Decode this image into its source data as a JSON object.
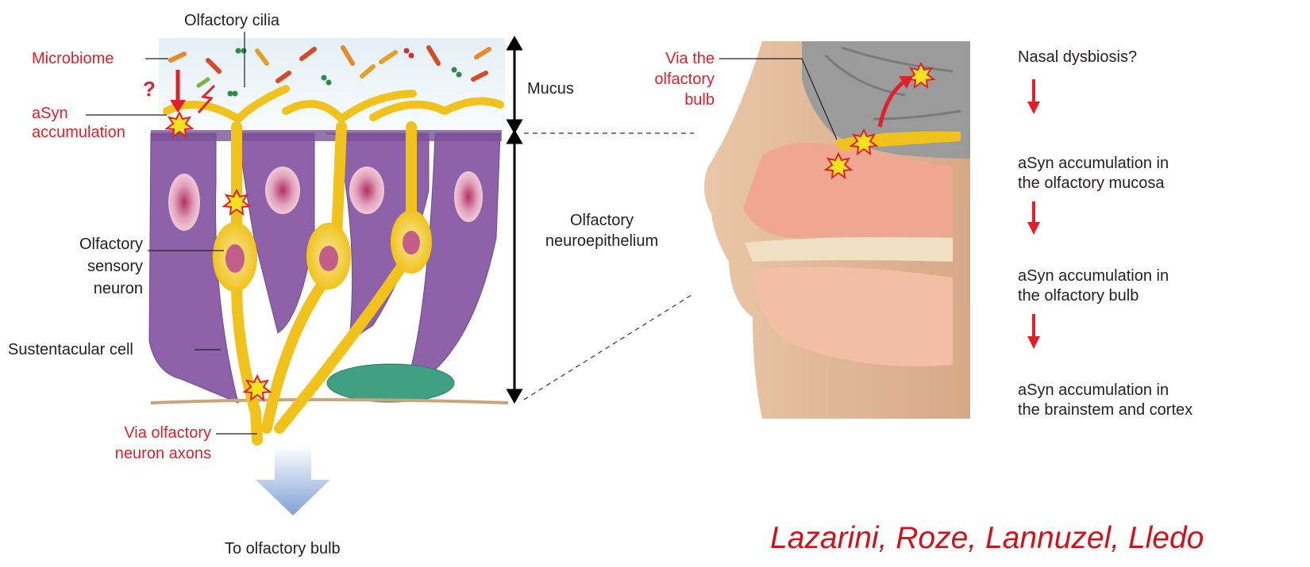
{
  "labels": {
    "olfactory_cilia": "Olfactory cilia",
    "microbiome": "Microbiome",
    "question_mark": "?",
    "asyn_accumulation_1": "aSyn",
    "asyn_accumulation_2": "accumulation",
    "mucus": "Mucus",
    "olfactory_neuroepithelium_1": "Olfactory",
    "olfactory_neuroepithelium_2": "neuroepithelium",
    "olfactory_sensory_neuron_1": "Olfactory",
    "olfactory_sensory_neuron_2": "sensory",
    "olfactory_sensory_neuron_3": "neuron",
    "sustentacular_cell": "Sustentacular cell",
    "via_axons_1": "Via olfactory",
    "via_axons_2": "neuron axons",
    "to_olfactory_bulb": "To olfactory bulb",
    "via_bulb_1": "Via the",
    "via_bulb_2": "olfactory",
    "via_bulb_3": "bulb"
  },
  "flow": {
    "steps": [
      "Nasal dysbiosis?",
      "aSyn accumulation in\nthe olfactory mucosa",
      "aSyn accumulation in\nthe olfactory bulb",
      "aSyn accumulation in\nthe brainstem and cortex"
    ]
  },
  "citation": "Lazarini, Roze, Lannuzel, Lledo",
  "colors": {
    "highlight_red": "#e0202a",
    "neuron_yellow": "#f3c51f",
    "sustentacular_purple": "#8d62a8",
    "citation_red": "#d0121b"
  }
}
